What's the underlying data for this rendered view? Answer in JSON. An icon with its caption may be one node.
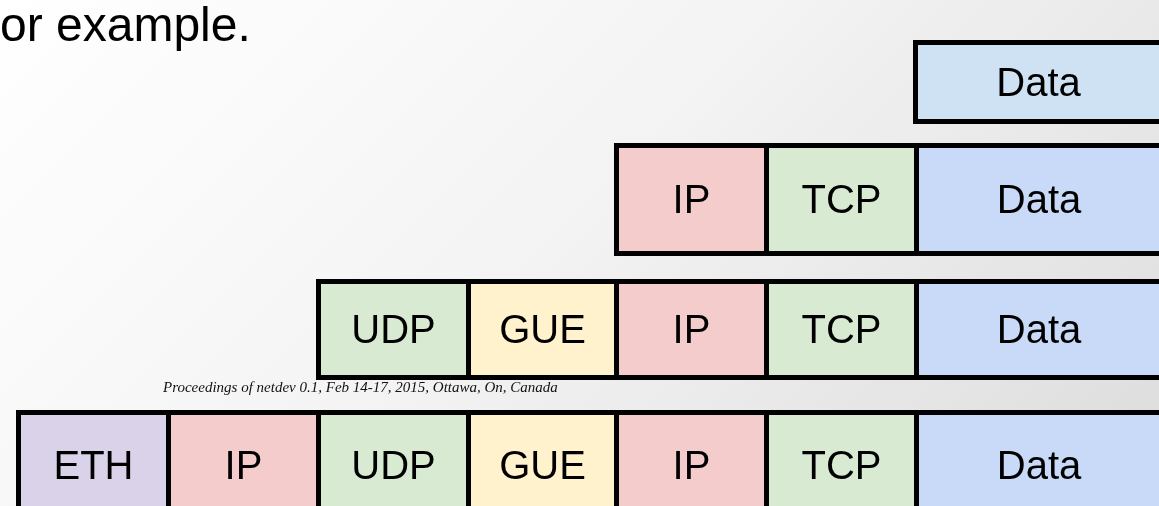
{
  "diagram": {
    "title": "or example.",
    "nodes": [
      {
        "text": [
          "Data"
        ]
      },
      {
        "text": [
          "IP"
        ]
      },
      {
        "text": [
          "TCP"
        ]
      },
      {
        "text": [
          "Data"
        ]
      },
      {
        "text": [
          "UDP"
        ]
      },
      {
        "text": [
          "GUE"
        ]
      },
      {
        "text": [
          "IP"
        ]
      },
      {
        "text": [
          "TCP"
        ]
      },
      {
        "text": [
          "Data"
        ]
      },
      {
        "text": [
          "ETH"
        ]
      },
      {
        "text": [
          "IP"
        ]
      },
      {
        "text": [
          "UDP"
        ]
      },
      {
        "text": [
          "GUE"
        ]
      },
      {
        "text": [
          "IP"
        ]
      },
      {
        "text": [
          "TCP"
        ]
      },
      {
        "text": [
          "Data"
        ]
      }
    ],
    "labels": [
      "Proceedings of netdev 0.1, Feb 14-17, 2015, Ottawa, On, Canada"
    ]
  }
}
